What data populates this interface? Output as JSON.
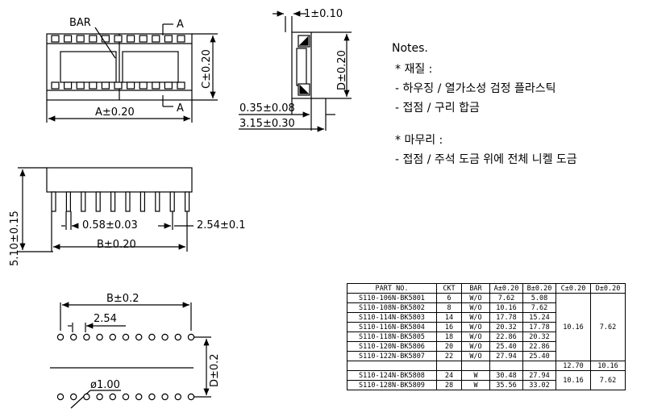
{
  "top_view": {
    "bar_label": "BAR",
    "section_a_top": "A",
    "section_a_bottom": "A",
    "width_dim": "A±0.20",
    "height_dim": "C±0.20"
  },
  "side_section": {
    "top_dim": "1±0.10",
    "height_dim": "D±0.20",
    "dim1": "0.35±0.08",
    "dim2": "3.15±0.30"
  },
  "front_view": {
    "height_dim": "5.10±0.15",
    "pin_dim": "0.58±0.03",
    "pitch_dim": "2.54±0.1",
    "width_dim": "B±0.20"
  },
  "pcb_layout": {
    "width_dim": "B±0.2",
    "pitch_dim": "2.54",
    "hole_dim": "ø1.00",
    "row_dim": "D±0.2"
  },
  "notes": {
    "title": "Notes.",
    "material_head": "* 재질 :",
    "material_1": "- 하우징 / 열가소성 검정 플라스틱",
    "material_2": "- 접점 / 구리 합금",
    "finish_head": "* 마무리 :",
    "finish_1": "- 접점 / 주석 도금 위에 전체 니켈 도금"
  },
  "parts_table": {
    "headers": [
      "PART NO.",
      "CKT",
      "BAR",
      "A±0.20",
      "B±0.20",
      "C±0.20",
      "D±0.20"
    ],
    "rows": [
      {
        "part": "S110-106N-BK5801",
        "ckt": "6",
        "bar": "W/O",
        "a": "7.62",
        "b": "5.08"
      },
      {
        "part": "S110-108N-BK5802",
        "ckt": "8",
        "bar": "W/O",
        "a": "10.16",
        "b": "7.62"
      },
      {
        "part": "S110-114N-BK5803",
        "ckt": "14",
        "bar": "W/O",
        "a": "17.78",
        "b": "15.24"
      },
      {
        "part": "S110-116N-BK5804",
        "ckt": "16",
        "bar": "W/O",
        "a": "20.32",
        "b": "17.78"
      },
      {
        "part": "S110-118N-BK5805",
        "ckt": "18",
        "bar": "W/O",
        "a": "22.86",
        "b": "20.32"
      },
      {
        "part": "S110-120N-BK5806",
        "ckt": "20",
        "bar": "W/O",
        "a": "25.40",
        "b": "22.86"
      },
      {
        "part": "S110-122N-BK5807",
        "ckt": "22",
        "bar": "W/O",
        "a": "27.94",
        "b": "25.40"
      },
      {
        "part": "S110-124N-BK5808",
        "ckt": "24",
        "bar": "W",
        "a": "30.48",
        "b": "27.94"
      },
      {
        "part": "S110-128N-BK5809",
        "ckt": "28",
        "bar": "W",
        "a": "35.56",
        "b": "33.02"
      }
    ],
    "c_group1": "10.16",
    "d_group1": "7.62",
    "c_group2": "12.70",
    "d_group2": "10.16",
    "c_group3": "10.16",
    "d_group3": "7.62"
  }
}
